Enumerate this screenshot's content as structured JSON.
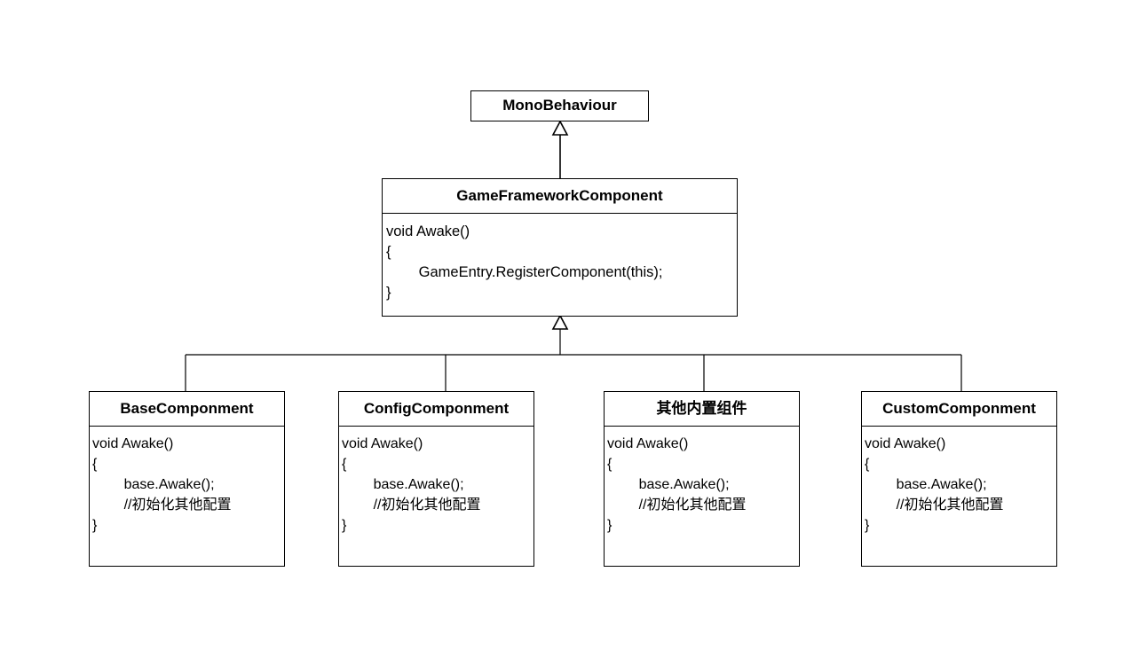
{
  "diagram": {
    "type": "uml-class-inheritance",
    "stroke_color": "#000000",
    "background_color": "#ffffff",
    "root": {
      "name": "MonoBehaviour",
      "title": "MonoBehaviour",
      "body": []
    },
    "base": {
      "name": "GameFrameworkComponent",
      "title": "GameFrameworkComponent",
      "body": [
        "void Awake()",
        "{",
        "        GameEntry.RegisterComponent(this);",
        "}"
      ]
    },
    "children": [
      {
        "name": "BaseComponment",
        "title": "BaseComponment",
        "body": [
          "void Awake()",
          "{",
          "        base.Awake();",
          "        //初始化其他配置",
          "}"
        ]
      },
      {
        "name": "ConfigComponment",
        "title": "ConfigComponment",
        "body": [
          "void Awake()",
          "{",
          "        base.Awake();",
          "        //初始化其他配置",
          "}"
        ]
      },
      {
        "name": "其他内置组件",
        "title": "其他内置组件",
        "body": [
          "void Awake()",
          "{",
          "        base.Awake();",
          "        //初始化其他配置",
          "}"
        ]
      },
      {
        "name": "CustomComponment",
        "title": "CustomComponment",
        "body": [
          "void Awake()",
          "{",
          "        base.Awake();",
          "        //初始化其他配置",
          "}"
        ]
      }
    ],
    "relations": [
      {
        "from": "GameFrameworkComponent",
        "to": "MonoBehaviour",
        "kind": "generalization"
      },
      {
        "from": "BaseComponment",
        "to": "GameFrameworkComponent",
        "kind": "generalization"
      },
      {
        "from": "ConfigComponment",
        "to": "GameFrameworkComponent",
        "kind": "generalization"
      },
      {
        "from": "其他内置组件",
        "to": "GameFrameworkComponent",
        "kind": "generalization"
      },
      {
        "from": "CustomComponment",
        "to": "GameFrameworkComponent",
        "kind": "generalization"
      }
    ]
  }
}
